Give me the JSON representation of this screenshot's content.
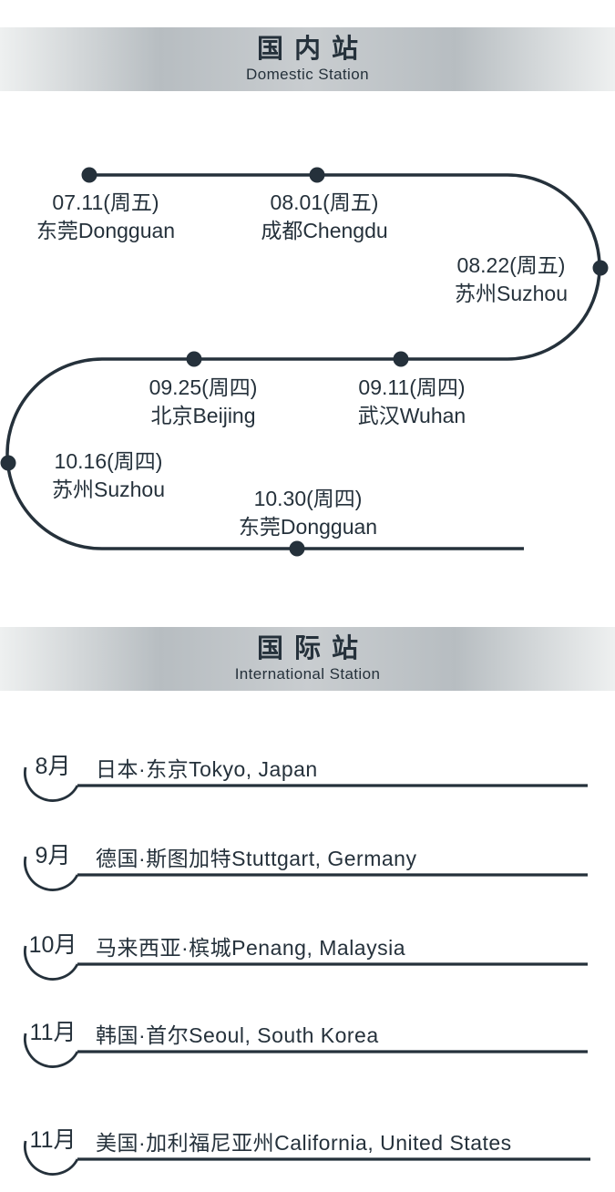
{
  "colors": {
    "ink": "#25313b",
    "band_light": "#eef0f0",
    "band_mid": "#b7bdc1",
    "band_center": "#c9cdd0"
  },
  "domestic": {
    "title": "国内站",
    "subtitle": "Domestic Station",
    "stops": [
      {
        "date": "07.11(周五)",
        "city": "东莞Dongguan"
      },
      {
        "date": "08.01(周五)",
        "city": "成都Chengdu"
      },
      {
        "date": "08.22(周五)",
        "city": "苏州Suzhou"
      },
      {
        "date": "09.25(周四)",
        "city": "北京Beijing"
      },
      {
        "date": "09.11(周四)",
        "city": "武汉Wuhan"
      },
      {
        "date": "10.16(周四)",
        "city": "苏州Suzhou"
      },
      {
        "date": "10.30(周四)",
        "city": "东莞Dongguan"
      }
    ]
  },
  "international": {
    "title": "国际站",
    "subtitle": "International Station",
    "stops": [
      {
        "month": "8月",
        "location": "日本·东京Tokyo, Japan"
      },
      {
        "month": "9月",
        "location": "德国·斯图加特Stuttgart, Germany"
      },
      {
        "month": "10月",
        "location": "马来西亚·槟城Penang, Malaysia"
      },
      {
        "month": "11月",
        "location": "韩国·首尔Seoul, South Korea"
      },
      {
        "month": "11月",
        "location": "美国·加利福尼亚州California, United States"
      }
    ]
  }
}
